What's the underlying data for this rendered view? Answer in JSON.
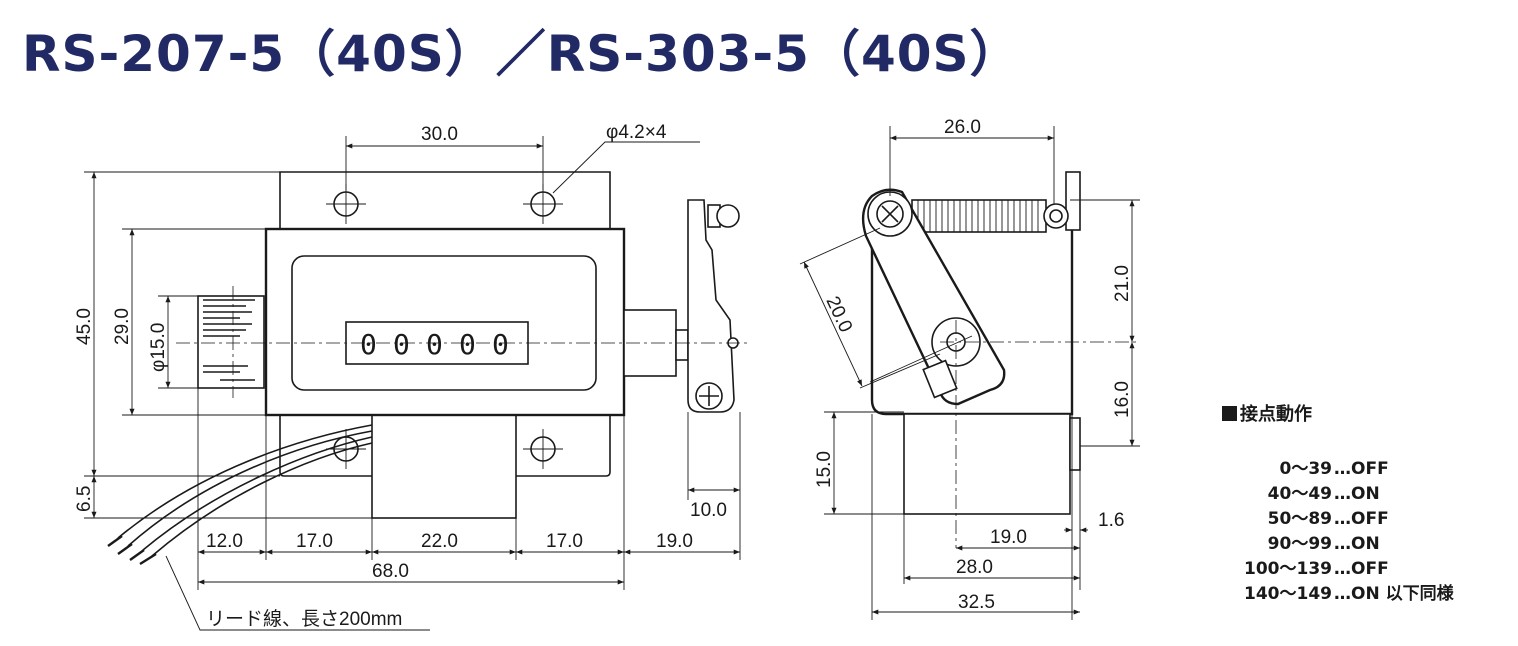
{
  "title": "RS-207-5（40S）／RS-303-5（40S）",
  "front_view": {
    "dims": {
      "top_hole_pitch": "30.0",
      "hole_spec": "φ4.2×4",
      "height_total": "45.0",
      "height_body": "29.0",
      "knob_dia": "φ15.0",
      "bottom_offset": "6.5",
      "seg_a": "12.0",
      "seg_b": "17.0",
      "seg_c": "22.0",
      "seg_d": "17.0",
      "seg_e": "19.0",
      "width_total": "68.0",
      "lever_thk": "10.0"
    },
    "display_digits": [
      "0",
      "0",
      "0",
      "0",
      "0"
    ],
    "lead_wire_note": "リード線、長さ200mm"
  },
  "side_view": {
    "dims": {
      "spring_pitch": "26.0",
      "arm_len": "20.0",
      "upper_h": "21.0",
      "lower_h": "16.0",
      "base_h": "15.0",
      "lever_thk": "1.6",
      "w1": "19.0",
      "w2": "28.0",
      "w3": "32.5"
    }
  },
  "contact_table": {
    "heading": "接点動作",
    "rows": [
      {
        "range": "0～39",
        "state": "…OFF"
      },
      {
        "range": "40～49",
        "state": "…ON"
      },
      {
        "range": "50～89",
        "state": "…OFF"
      },
      {
        "range": "90～99",
        "state": "…ON"
      },
      {
        "range": "100～139",
        "state": "…OFF"
      },
      {
        "range": "140～149",
        "state": "…ON 以下同様"
      }
    ]
  }
}
